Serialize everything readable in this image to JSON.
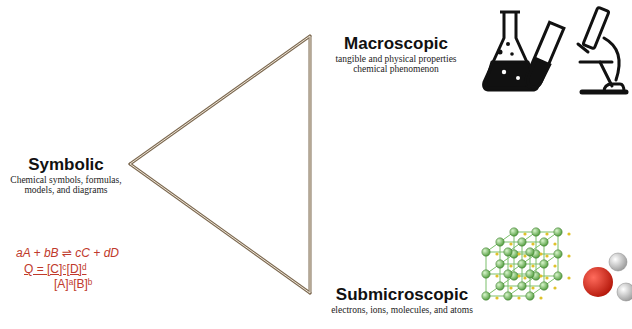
{
  "diagram": {
    "nodes": [
      {
        "text": [
          "Symbolic",
          "Chemical symbols, formulas, models, and diagrams"
        ]
      },
      {
        "text": [
          "Macroscopic",
          "tangible and physical properties chemical phenomenon"
        ]
      },
      {
        "text": [
          "Submicroscopic",
          "electrons, ions, molecules, and atoms"
        ]
      }
    ],
    "edges": [
      {
        "from": 0,
        "to": 1,
        "arrow": "none"
      },
      {
        "from": 0,
        "to": 2,
        "arrow": "none"
      },
      {
        "from": 1,
        "to": 2,
        "arrow": "none"
      }
    ],
    "labels": [
      "aA + bB ⇌ cC + dD",
      "Q = [C]ᶜ[D]ᵈ",
      "[A]ᵃ[B]ᵇ"
    ]
  }
}
